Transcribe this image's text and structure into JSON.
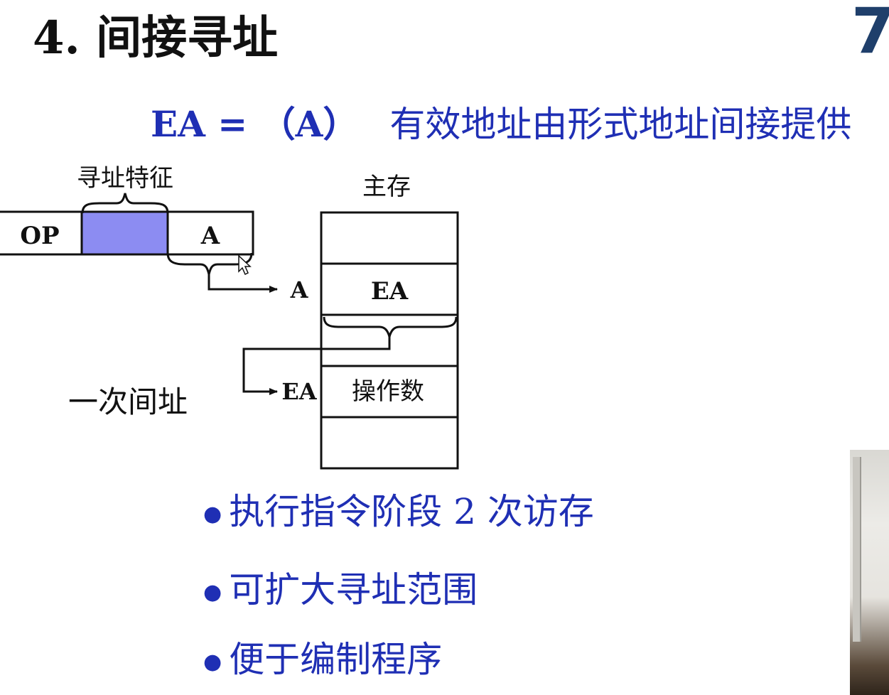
{
  "slide": {
    "title": "4. 间接寻址",
    "page_number": "7"
  },
  "formula": {
    "equation": "EA = （A）",
    "description": "有效地址由形式地址间接提供"
  },
  "diagram": {
    "feature_label": "寻址特征",
    "memory_label": "主存",
    "op_label": "OP",
    "addr_field_label": "A",
    "arrow_a_label": "A",
    "cell_ea_label": "EA",
    "arrow_ea_label": "EA",
    "cell_operand_label": "操作数",
    "caption": "一次间址",
    "colors": {
      "feature_fill": "#8c8cf2",
      "stroke": "#111111"
    }
  },
  "bullets": [
    "执行指令阶段 2 次访存",
    "可扩大寻址范围",
    "便于编制程序"
  ]
}
